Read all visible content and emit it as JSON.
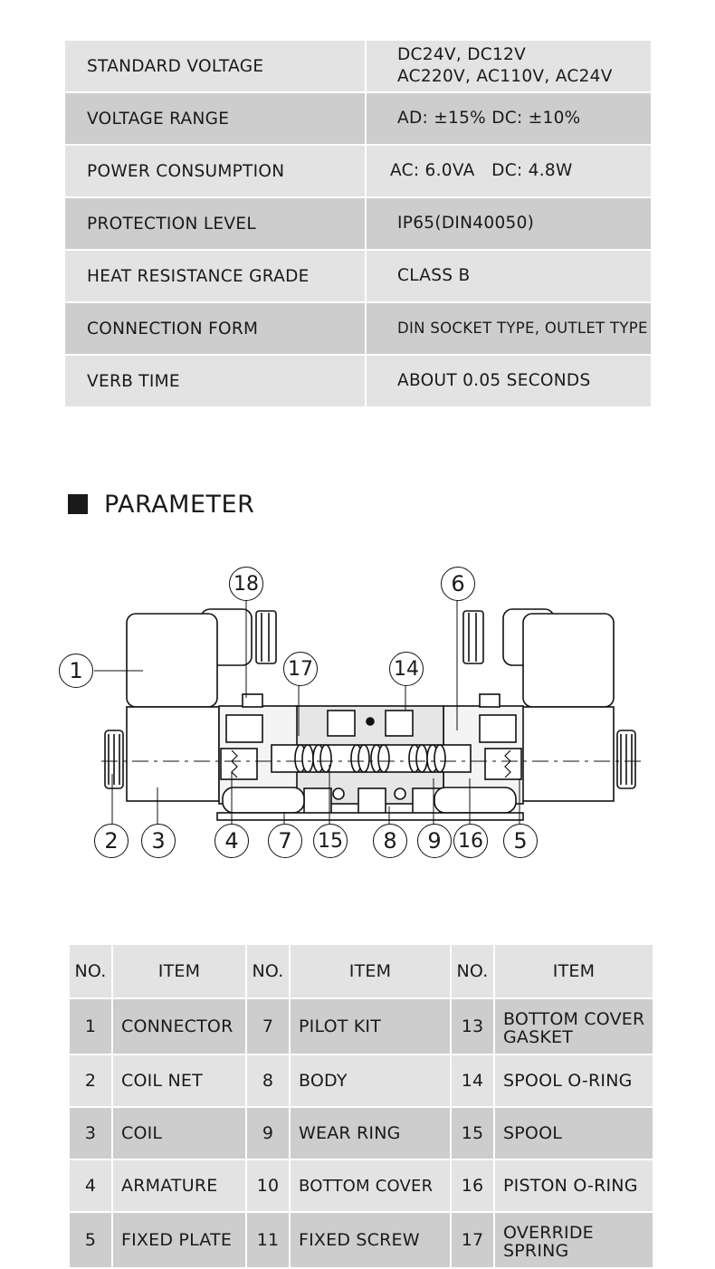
{
  "specs": [
    {
      "label": "STANDARD VOLTAGE",
      "value_line1": "DC24V, DC12V",
      "value_line2": "AC220V, AC110V, AC24V"
    },
    {
      "label": "VOLTAGE RANGE",
      "value_line1": "AD: ±15% DC: ±10%"
    },
    {
      "label": "POWER CONSUMPTION",
      "value_line1": "AC: 6.0VA   DC: 4.8W"
    },
    {
      "label": "PROTECTION LEVEL",
      "value_line1": "IP65(DIN40050)"
    },
    {
      "label": "HEAT RESISTANCE GRADE",
      "value_line1": "CLASS B"
    },
    {
      "label": "CONNECTION FORM",
      "value_line1": "DIN SOCKET TYPE, OUTLET TYPE"
    },
    {
      "label": "VERB TIME",
      "value_line1": "ABOUT 0.05 SECONDS"
    }
  ],
  "section_title": "PARAMETER",
  "callouts": [
    "1",
    "2",
    "3",
    "4",
    "5",
    "6",
    "7",
    "8",
    "9",
    "14",
    "15",
    "16",
    "17",
    "18"
  ],
  "parts_header": {
    "no": "NO.",
    "item": "ITEM"
  },
  "parts_rows": [
    {
      "a_no": "1",
      "a_item": "CONNECTOR",
      "b_no": "7",
      "b_item": "PILOT KIT",
      "c_no": "13",
      "c_item": "BOTTOM COVER GASKET"
    },
    {
      "a_no": "2",
      "a_item": "COIL NET",
      "b_no": "8",
      "b_item": "BODY",
      "c_no": "14",
      "c_item": "SPOOL O-RING"
    },
    {
      "a_no": "3",
      "a_item": "COIL",
      "b_no": "9",
      "b_item": "WEAR RING",
      "c_no": "15",
      "c_item": "SPOOL"
    },
    {
      "a_no": "4",
      "a_item": "ARMATURE",
      "b_no": "10",
      "b_item": "BOTTOM COVER",
      "c_no": "16",
      "c_item": "PISTON O-RING"
    },
    {
      "a_no": "5",
      "a_item": "FIXED PLATE",
      "b_no": "11",
      "b_item": "FIXED SCREW",
      "c_no": "17",
      "c_item": "OVERRIDE SPRING"
    }
  ]
}
